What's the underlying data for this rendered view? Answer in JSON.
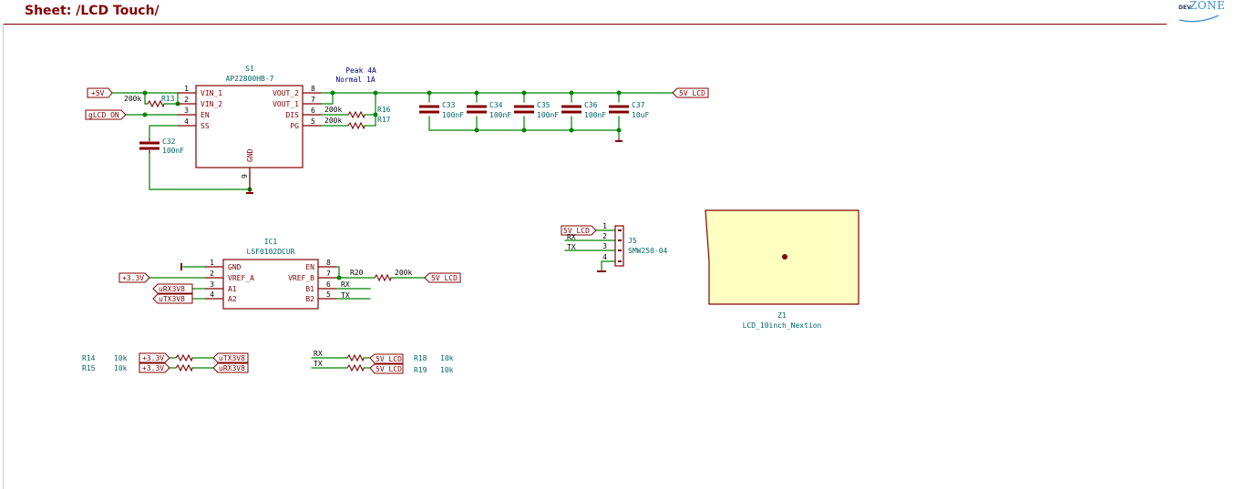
{
  "header": {
    "title": "Sheet: /LCD Touch/",
    "logo_prefix": "DEV",
    "logo_main": "ZONE"
  },
  "s1": {
    "ref": "S1",
    "value": "AP22800HB-7",
    "pins": {
      "vin1": "VIN_1",
      "vin2": "VIN_2",
      "en": "EN",
      "ss": "SS",
      "vout2": "VOUT_2",
      "vout1": "VOUT_1",
      "dis": "DIS",
      "pg": "PG",
      "gnd": "GND"
    },
    "pinnums": {
      "vin1": "1",
      "vin2": "2",
      "en": "3",
      "ss": "4",
      "vout2": "8",
      "vout1": "7",
      "dis": "6",
      "pg": "5",
      "gnd": "9"
    }
  },
  "peak_note": {
    "line1": "Peak 4A",
    "line2": "Normal 1A"
  },
  "labels": {
    "p5v": "+5V",
    "glcd_on": "gLCD_ON",
    "v5_lcd": "5V_LCD",
    "p3v3": "+3.3V",
    "urx3v8": "uRX3V8",
    "utx3v8": "uTX3V8",
    "rx": "RX",
    "tx": "TX"
  },
  "resistors": {
    "r13": {
      "ref": "R13",
      "value": "200k"
    },
    "r16": {
      "ref": "R16",
      "value": "200k"
    },
    "r17": {
      "ref": "R17",
      "value": "200k"
    },
    "r20": {
      "ref": "R20",
      "value": "200k"
    },
    "r14": {
      "ref": "R14",
      "value": "10k"
    },
    "r15": {
      "ref": "R15",
      "value": "10k"
    },
    "r18": {
      "ref": "R18",
      "value": "10k"
    },
    "r19": {
      "ref": "R19",
      "value": "10k"
    }
  },
  "caps": {
    "c32": {
      "ref": "C32",
      "value": "100nF"
    },
    "c33": {
      "ref": "C33",
      "value": "100nF"
    },
    "c34": {
      "ref": "C34",
      "value": "100nF"
    },
    "c35": {
      "ref": "C35",
      "value": "100nF"
    },
    "c36": {
      "ref": "C36",
      "value": "100nF"
    },
    "c37": {
      "ref": "C37",
      "value": "10uF"
    }
  },
  "ic1": {
    "ref": "IC1",
    "value": "LSF0102DCUR",
    "pins": {
      "gnd": "GND",
      "vrefa": "VREF_A",
      "a1": "A1",
      "a2": "A2",
      "en": "EN",
      "vrefb": "VREF_B",
      "b1": "B1",
      "b2": "B2"
    },
    "pinnums": {
      "gnd": "1",
      "vrefa": "2",
      "a1": "3",
      "a2": "4",
      "en": "8",
      "vrefb": "7",
      "b1": "6",
      "b2": "5"
    }
  },
  "j5": {
    "ref": "J5",
    "value": "SMW250-04",
    "pinnums": [
      "1",
      "2",
      "3",
      "4"
    ]
  },
  "z1": {
    "ref": "Z1",
    "value": "LCD_10inch_Nextion"
  },
  "colors": {
    "wire": "#008400",
    "component": "#840000",
    "ref": "#006464",
    "fill_ic": "#ffffc2",
    "label_text": "#840000",
    "net_text": "#000000",
    "note_text": "#000084"
  }
}
